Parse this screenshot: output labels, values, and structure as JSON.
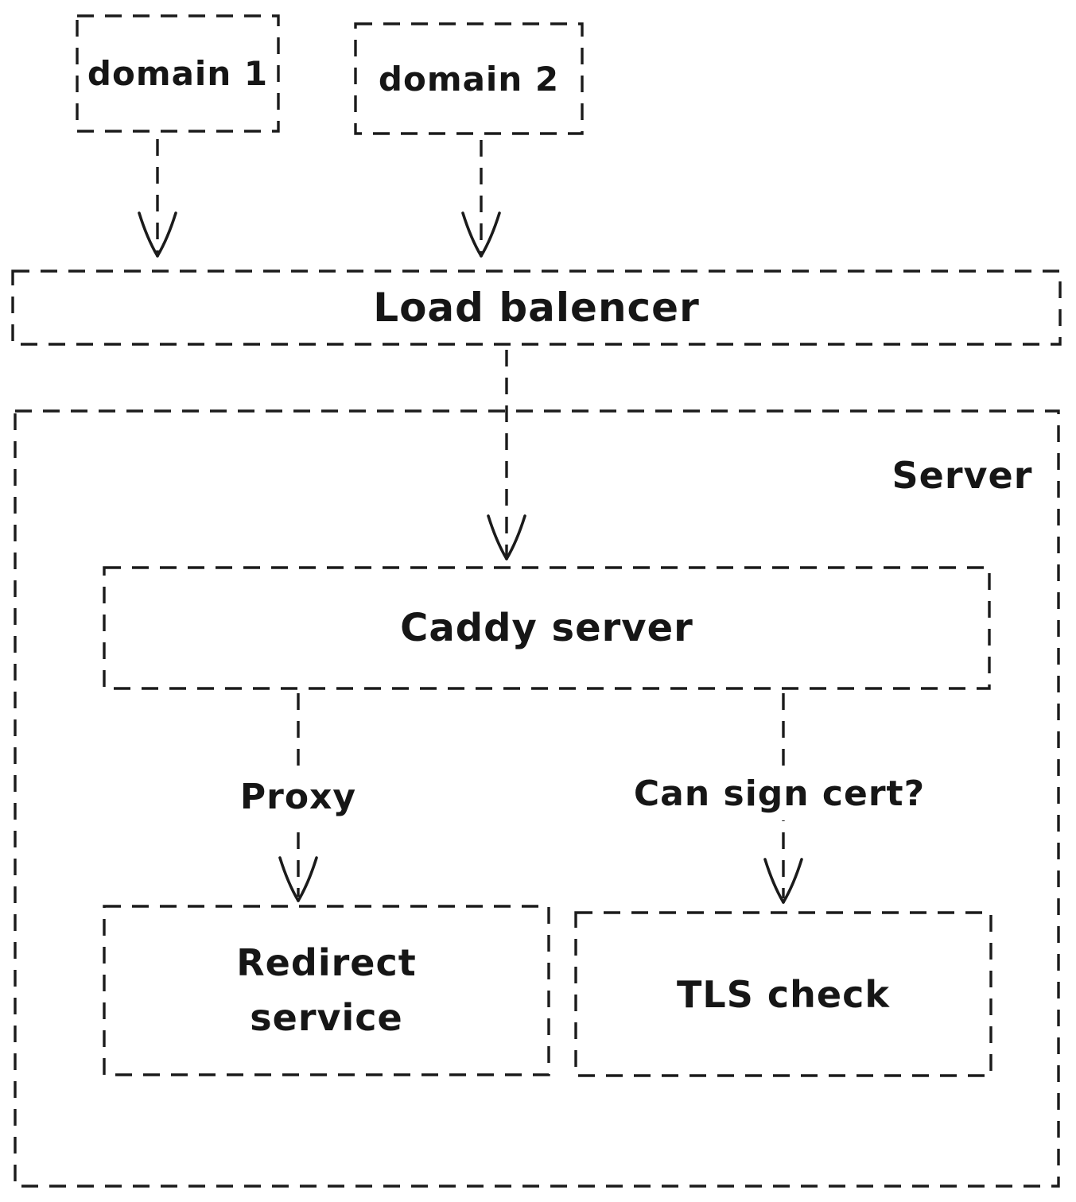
{
  "diagram": {
    "background_color": "#ffffff",
    "stroke_color": "#1b1b1b",
    "nodes": {
      "domain1": {
        "label": "domain 1"
      },
      "domain2": {
        "label": "domain 2"
      },
      "load_balancer": {
        "label": "Load balencer"
      },
      "server_group": {
        "label": "Server"
      },
      "caddy": {
        "label": "Caddy server"
      },
      "redirect": {
        "label": "Redirect service"
      },
      "tls": {
        "label": "TLS check"
      }
    },
    "edges": {
      "proxy": {
        "label": "Proxy"
      },
      "can_sign_cert": {
        "label": "Can sign cert?"
      }
    }
  }
}
